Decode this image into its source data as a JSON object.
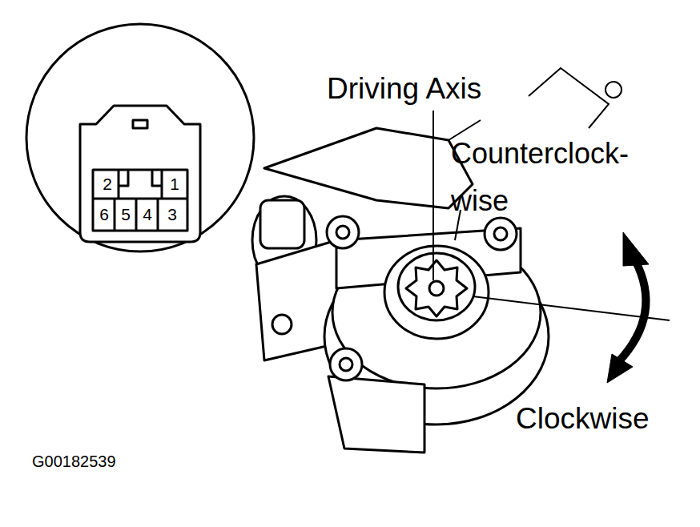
{
  "diagram": {
    "labels": [
      "2",
      "1",
      "6",
      "5",
      "4",
      "3",
      "Driving Axis",
      "Counterclock- wise",
      "Clockwise",
      "G00182539"
    ]
  }
}
